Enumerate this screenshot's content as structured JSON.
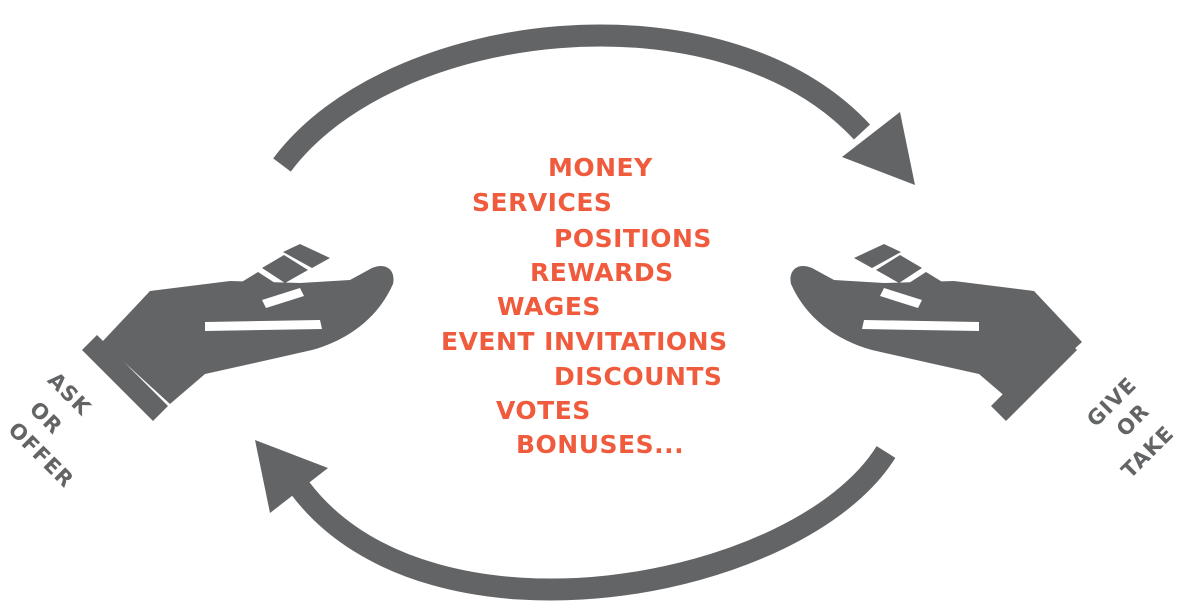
{
  "colors": {
    "accent": "#ef5b3c",
    "graphic": "#636466",
    "background": "#ffffff"
  },
  "items": [
    "MONEY",
    "SERVICES",
    "POSITIONS",
    "REWARDS",
    "WAGES",
    "EVENT INVITATIONS",
    "DISCOUNTS",
    "VOTES",
    "BONUSES..."
  ],
  "left_hand": {
    "icon": "open-hand-icon",
    "label_lines": [
      "ASK",
      "OR",
      "OFFER"
    ]
  },
  "right_hand": {
    "icon": "open-hand-icon",
    "label_lines": [
      "GIVE",
      "OR",
      "TAKE"
    ]
  },
  "arrows": {
    "top": "curved-arrow-right-icon",
    "bottom": "curved-arrow-left-icon"
  }
}
